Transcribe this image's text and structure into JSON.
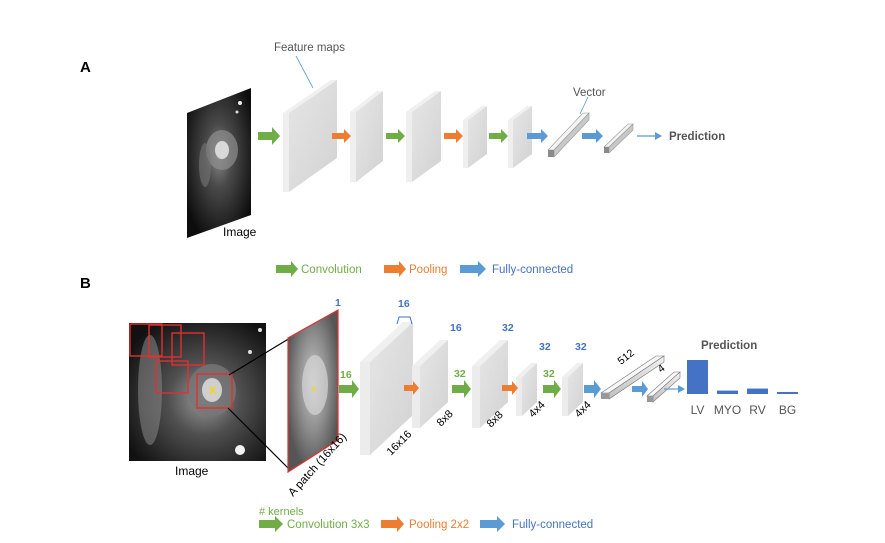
{
  "panel_a": {
    "letter": "A",
    "feature_maps_label": "Feature maps",
    "vector_label": "Vector",
    "prediction_label": "Prediction",
    "image_label": "Image",
    "legend": {
      "convolution": "Convolution",
      "pooling": "Pooling",
      "fully_connected": "Fully-connected"
    }
  },
  "panel_b": {
    "letter": "B",
    "image_label": "Image",
    "patch_label": "A patch (16x16)",
    "patch_center_mark": "X",
    "prediction_title": "Prediction",
    "kernel_counts": {
      "input": "1",
      "conv1": "16",
      "top1": "16",
      "conv2_out": "16",
      "conv2": "32",
      "conv3_out": "32",
      "conv3": "32",
      "conv4_out": "32",
      "fc1": "512",
      "fc2": "4"
    },
    "sizes": {
      "layer1": "16x16",
      "layer2": "8x8",
      "layer3": "8x8",
      "layer4": "4x4",
      "layer5": "4x4"
    },
    "legend": {
      "kernels_label": "# kernels",
      "convolution": "Convolution 3x3",
      "pooling": "Pooling 2x2",
      "fully_connected": "Fully-connected"
    }
  },
  "chart_data": {
    "type": "bar",
    "title": "Prediction",
    "categories": [
      "LV",
      "MYO",
      "RV",
      "BG"
    ],
    "values": [
      1.0,
      0.1,
      0.16,
      0.06
    ]
  },
  "colors": {
    "convolution": "#70ad47",
    "pooling": "#ed7d31",
    "fully_connected": "#5b9bd5",
    "bar": "#4472c4",
    "number_blue": "#4472c4",
    "patch_border": "#e03030",
    "feature_map": "#d9d9d9"
  }
}
